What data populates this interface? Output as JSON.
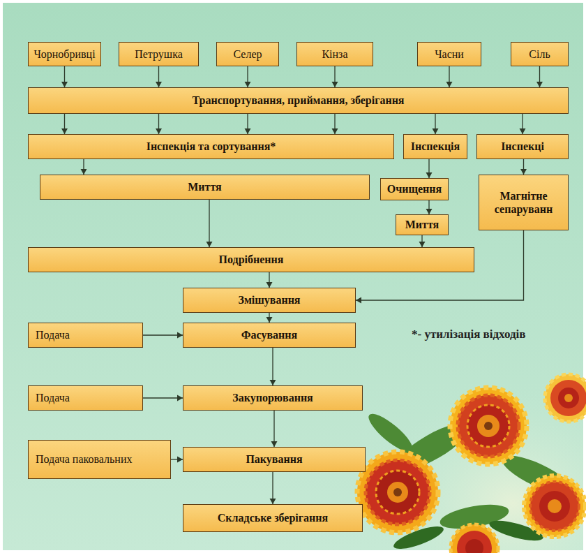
{
  "diagram": {
    "nodes": [
      {
        "text": [
          "Чорнобривці"
        ]
      },
      {
        "text": [
          "Петрушка"
        ]
      },
      {
        "text": [
          "Селер"
        ]
      },
      {
        "text": [
          "Кінза"
        ]
      },
      {
        "text": [
          "Часни"
        ]
      },
      {
        "text": [
          "Сіль"
        ]
      },
      {
        "text": [
          "Транспортування, приймання, зберігання"
        ]
      },
      {
        "text": [
          "Інспекція та сортування*"
        ]
      },
      {
        "text": [
          "Інспекція"
        ]
      },
      {
        "text": [
          "Інспекці"
        ]
      },
      {
        "text": [
          "Миття"
        ]
      },
      {
        "text": [
          "Очищення"
        ]
      },
      {
        "text": [
          "Магнітне сепаруванн"
        ]
      },
      {
        "text": [
          "Миття"
        ]
      },
      {
        "text": [
          "Подрібнення"
        ]
      },
      {
        "text": [
          "Змішування"
        ]
      },
      {
        "text": [
          "Подача"
        ]
      },
      {
        "text": [
          "Фасування"
        ]
      },
      {
        "text": [
          "Подача"
        ]
      },
      {
        "text": [
          "Закупорювання"
        ]
      },
      {
        "text": [
          "Подача паковальних"
        ]
      },
      {
        "text": [
          "Пакування"
        ]
      },
      {
        "text": [
          "Складське зберігання"
        ]
      }
    ],
    "edges": [
      {
        "from": 0,
        "to": 6,
        "arrow": "to"
      },
      {
        "from": 1,
        "to": 6,
        "arrow": "to"
      },
      {
        "from": 2,
        "to": 6,
        "arrow": "to"
      },
      {
        "from": 3,
        "to": 6,
        "arrow": "to"
      },
      {
        "from": 4,
        "to": 6,
        "arrow": "to"
      },
      {
        "from": 5,
        "to": 6,
        "arrow": "to"
      },
      {
        "from": 6,
        "to": 7,
        "arrow": "to"
      },
      {
        "from": 6,
        "to": 7,
        "arrow": "to"
      },
      {
        "from": 6,
        "to": 7,
        "arrow": "to"
      },
      {
        "from": 6,
        "to": 7,
        "arrow": "to"
      },
      {
        "from": 6,
        "to": 8,
        "arrow": "to"
      },
      {
        "from": 6,
        "to": 9,
        "arrow": "to"
      },
      {
        "from": 7,
        "to": 10,
        "arrow": "to"
      },
      {
        "from": 8,
        "to": 11,
        "arrow": "to"
      },
      {
        "from": 9,
        "to": 12,
        "arrow": "to"
      },
      {
        "from": 11,
        "to": 13,
        "arrow": "to"
      },
      {
        "from": 10,
        "to": 14,
        "arrow": "to"
      },
      {
        "from": 13,
        "to": 14,
        "arrow": "to"
      },
      {
        "from": 14,
        "to": 15,
        "arrow": "to"
      },
      {
        "from": 12,
        "to": 15,
        "arrow": "to"
      },
      {
        "from": 15,
        "to": 17,
        "arrow": "to"
      },
      {
        "from": 16,
        "to": 17,
        "arrow": "to"
      },
      {
        "from": 17,
        "to": 19,
        "arrow": "to"
      },
      {
        "from": 18,
        "to": 19,
        "arrow": "to"
      },
      {
        "from": 19,
        "to": 21,
        "arrow": "to"
      },
      {
        "from": 20,
        "to": 21,
        "arrow": "to"
      },
      {
        "from": 21,
        "to": 22,
        "arrow": "to"
      }
    ],
    "labels": [
      "*- утилізація відходів"
    ]
  }
}
